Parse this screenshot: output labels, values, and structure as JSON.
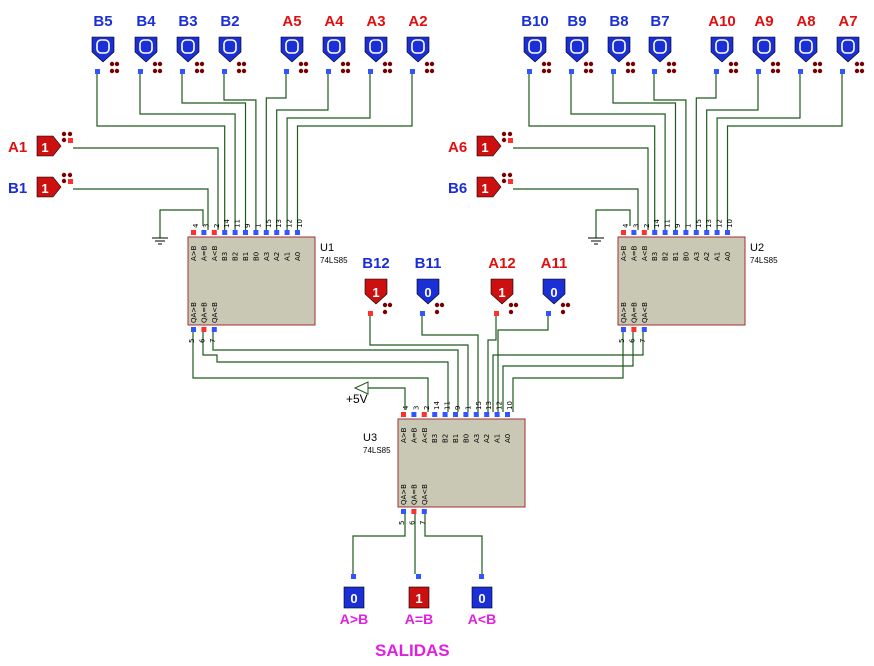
{
  "title": "SALIDAS",
  "colors": {
    "low_blue": "#1a2fd6",
    "high_red": "#cc1010",
    "wire": "#1f5a1f",
    "chip": "#c8c8b4",
    "magenta": "#e020e0"
  },
  "top_inputs": [
    {
      "label": "B5",
      "state": "0",
      "group": "B"
    },
    {
      "label": "B4",
      "state": "0",
      "group": "B"
    },
    {
      "label": "B3",
      "state": "0",
      "group": "B"
    },
    {
      "label": "B2",
      "state": "0",
      "group": "B"
    },
    {
      "label": "A5",
      "state": "0",
      "group": "A"
    },
    {
      "label": "A4",
      "state": "0",
      "group": "A"
    },
    {
      "label": "A3",
      "state": "0",
      "group": "A"
    },
    {
      "label": "A2",
      "state": "0",
      "group": "A"
    },
    {
      "label": "B10",
      "state": "0",
      "group": "B"
    },
    {
      "label": "B9",
      "state": "0",
      "group": "B"
    },
    {
      "label": "B8",
      "state": "0",
      "group": "B"
    },
    {
      "label": "B7",
      "state": "0",
      "group": "B"
    },
    {
      "label": "A10",
      "state": "0",
      "group": "A"
    },
    {
      "label": "A9",
      "state": "0",
      "group": "A"
    },
    {
      "label": "A8",
      "state": "0",
      "group": "A"
    },
    {
      "label": "A7",
      "state": "0",
      "group": "A"
    }
  ],
  "side_inputs": [
    {
      "label": "A1",
      "state": "1",
      "group": "A"
    },
    {
      "label": "B1",
      "state": "1",
      "group": "B"
    },
    {
      "label": "A6",
      "state": "1",
      "group": "A"
    },
    {
      "label": "B6",
      "state": "1",
      "group": "B"
    }
  ],
  "mid_inputs": [
    {
      "label": "B12",
      "state": "1",
      "group": "B"
    },
    {
      "label": "B11",
      "state": "0",
      "group": "B"
    },
    {
      "label": "A12",
      "state": "1",
      "group": "A"
    },
    {
      "label": "A11",
      "state": "0",
      "group": "A"
    }
  ],
  "outputs": [
    {
      "label": "A>B",
      "state": "0"
    },
    {
      "label": "A=B",
      "state": "1"
    },
    {
      "label": "A<B",
      "state": "0"
    }
  ],
  "chips": [
    {
      "id": "U1",
      "model": "74LS85"
    },
    {
      "id": "U2",
      "model": "74LS85"
    },
    {
      "id": "U3",
      "model": "74LS85"
    }
  ],
  "chip_top_pins": {
    "names": [
      "A>B",
      "A=B",
      "A<B",
      "B3",
      "B2",
      "B1",
      "B0",
      "A3",
      "A2",
      "A1",
      "A0"
    ],
    "numbers": [
      "4",
      "3",
      "2",
      "14",
      "11",
      "9",
      "1",
      "15",
      "13",
      "12",
      "10"
    ]
  },
  "chip_bottom_pins": {
    "names": [
      "QA>B",
      "QA=B",
      "QA<B"
    ],
    "numbers": [
      "5",
      "6",
      "7"
    ]
  },
  "supply_label": "+5V"
}
